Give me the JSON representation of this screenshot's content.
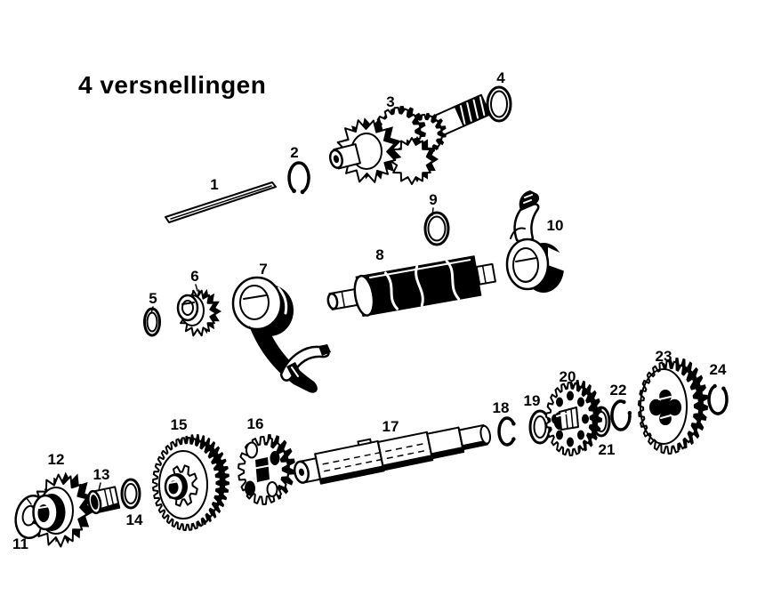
{
  "title": "4 versnellingen",
  "colors": {
    "ink": "#000000",
    "background": "#ffffff"
  },
  "parts": [
    {
      "number": "1"
    },
    {
      "number": "2"
    },
    {
      "number": "3"
    },
    {
      "number": "4"
    },
    {
      "number": "5"
    },
    {
      "number": "6"
    },
    {
      "number": "7"
    },
    {
      "number": "8"
    },
    {
      "number": "9"
    },
    {
      "number": "10"
    },
    {
      "number": "11"
    },
    {
      "number": "12"
    },
    {
      "number": "13"
    },
    {
      "number": "14"
    },
    {
      "number": "15"
    },
    {
      "number": "16"
    },
    {
      "number": "17"
    },
    {
      "number": "18"
    },
    {
      "number": "19"
    },
    {
      "number": "20"
    },
    {
      "number": "21"
    },
    {
      "number": "22"
    },
    {
      "number": "23"
    },
    {
      "number": "24"
    }
  ]
}
